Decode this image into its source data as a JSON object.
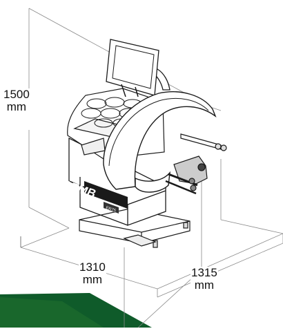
{
  "dimensions": {
    "height": {
      "value": "1500",
      "unit": "mm"
    },
    "width": {
      "value": "1310",
      "unit": "mm"
    },
    "depth": {
      "value": "1315",
      "unit": "mm"
    }
  },
  "brand": {
    "logo_text": "CEMB",
    "sub_text": "ER75"
  },
  "colors": {
    "line": "#1a1a1a",
    "accent_band": "#0f5b2a",
    "background": "#ffffff"
  }
}
